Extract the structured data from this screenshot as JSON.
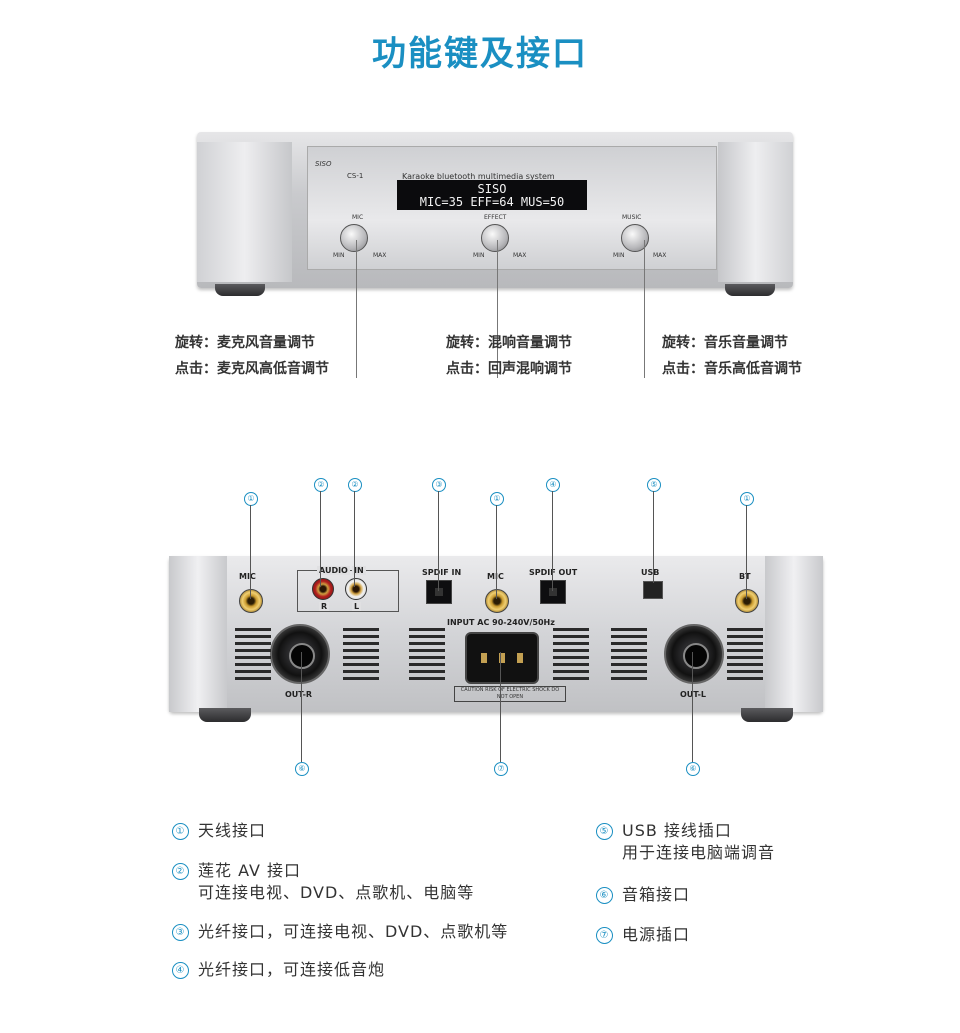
{
  "title": "功能键及接口",
  "front": {
    "brand": "SISO",
    "model": "CS-1",
    "tagline": "Karaoke bluetooth multimedia system",
    "display_line1": "SISO",
    "display_line2": "MIC=35 EFF=64 MUS=50",
    "knobs": [
      {
        "label": "MIC",
        "min": "MIN",
        "max": "MAX"
      },
      {
        "label": "EFFECT",
        "min": "MIN",
        "max": "MAX"
      },
      {
        "label": "MUSIC",
        "min": "MIN",
        "max": "MAX"
      }
    ]
  },
  "functions": [
    {
      "rotate": "旋转：麦克风音量调节",
      "click": "点击：麦克风高低音调节"
    },
    {
      "rotate": "旋转：混响音量调节",
      "click": "点击：回声混响调节"
    },
    {
      "rotate": "旋转：音乐音量调节",
      "click": "点击：音乐高低音调节"
    }
  ],
  "rear": {
    "labels": {
      "mic_left": "MIC",
      "audio": "AUDIO",
      "in": "IN",
      "r": "R",
      "l": "L",
      "spdif_in": "SPDIF IN",
      "mic_center": "MIC",
      "spdif_out": "SPDIF OUT",
      "usb": "USB",
      "bt": "BT",
      "input": "INPUT AC 90-240V/50Hz",
      "out_r": "OUT-R",
      "out_l": "OUT-L",
      "caution": "CAUTION RISK OF ELECTRIC SHOCK DO NOT OPEN"
    }
  },
  "callouts": {
    "c1a": "①",
    "c2a": "②",
    "c2b": "②",
    "c3": "③",
    "c1b": "①",
    "c4": "④",
    "c5": "⑤",
    "c1c": "①",
    "c6a": "⑥",
    "c7": "⑦",
    "c6b": "⑥"
  },
  "legend": [
    {
      "num": "①",
      "text": "天线接口",
      "sub": ""
    },
    {
      "num": "②",
      "text": "莲花 AV 接口",
      "sub": "可连接电视、DVD、点歌机、电脑等"
    },
    {
      "num": "③",
      "text": "光纤接口，可连接电视、DVD、点歌机等",
      "sub": ""
    },
    {
      "num": "④",
      "text": "光纤接口，可连接低音炮",
      "sub": ""
    },
    {
      "num": "⑤",
      "text": "USB 接线插口",
      "sub": "用于连接电脑端调音"
    },
    {
      "num": "⑥",
      "text": "音箱接口",
      "sub": ""
    },
    {
      "num": "⑦",
      "text": "电源插口",
      "sub": ""
    }
  ]
}
